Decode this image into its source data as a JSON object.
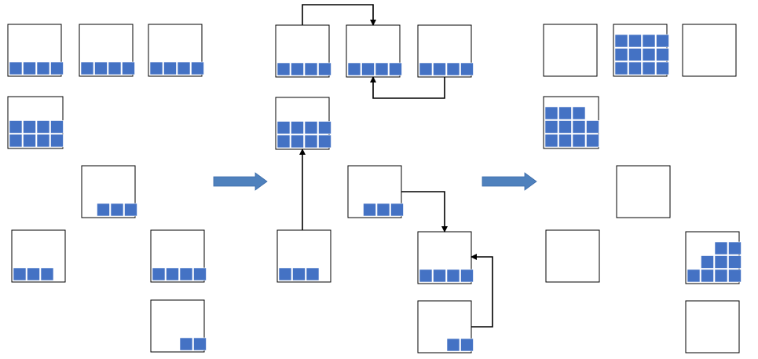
{
  "colors": {
    "background": "#ffffff",
    "box_border": "#000000",
    "cell_fill": "#4472C4",
    "cell_gap": "#ffffff",
    "arrow": "#000000",
    "transition_arrow": "#4F81BD"
  },
  "panels": [
    {
      "id": "before",
      "boxes": [
        {
          "id": "b1",
          "cells": 4
        },
        {
          "id": "b2",
          "cells": 4
        },
        {
          "id": "b3",
          "cells": 4
        },
        {
          "id": "b4",
          "cells": 8
        },
        {
          "id": "b5",
          "cells": 3
        },
        {
          "id": "b6",
          "cells": 3
        },
        {
          "id": "b7",
          "cells": 4
        },
        {
          "id": "b8",
          "cells": 2
        }
      ]
    },
    {
      "id": "transfer",
      "boxes": [
        {
          "id": "m1",
          "cells": 4
        },
        {
          "id": "m2",
          "cells": 4
        },
        {
          "id": "m3",
          "cells": 4
        },
        {
          "id": "m4",
          "cells": 8
        },
        {
          "id": "m5",
          "cells": 3
        },
        {
          "id": "m6",
          "cells": 3
        },
        {
          "id": "m7",
          "cells": 4
        },
        {
          "id": "m8",
          "cells": 2
        }
      ],
      "transfers": [
        {
          "from": "m1",
          "to": "m2"
        },
        {
          "from": "m3",
          "to": "m2"
        },
        {
          "from": "m6",
          "to": "m4"
        },
        {
          "from": "m5",
          "to": "m7"
        },
        {
          "from": "m8",
          "to": "m7"
        }
      ]
    },
    {
      "id": "after",
      "boxes": [
        {
          "id": "a1",
          "cells": 0
        },
        {
          "id": "a2",
          "cells": 12
        },
        {
          "id": "a3",
          "cells": 0
        },
        {
          "id": "a4",
          "cells": 11
        },
        {
          "id": "a5",
          "cells": 0
        },
        {
          "id": "a6",
          "cells": 0
        },
        {
          "id": "a7",
          "cells": 9,
          "stacked": "staircase"
        },
        {
          "id": "a8",
          "cells": 0
        }
      ]
    }
  ],
  "transitions": [
    {
      "from": "before",
      "to": "transfer"
    },
    {
      "from": "transfer",
      "to": "after"
    }
  ]
}
